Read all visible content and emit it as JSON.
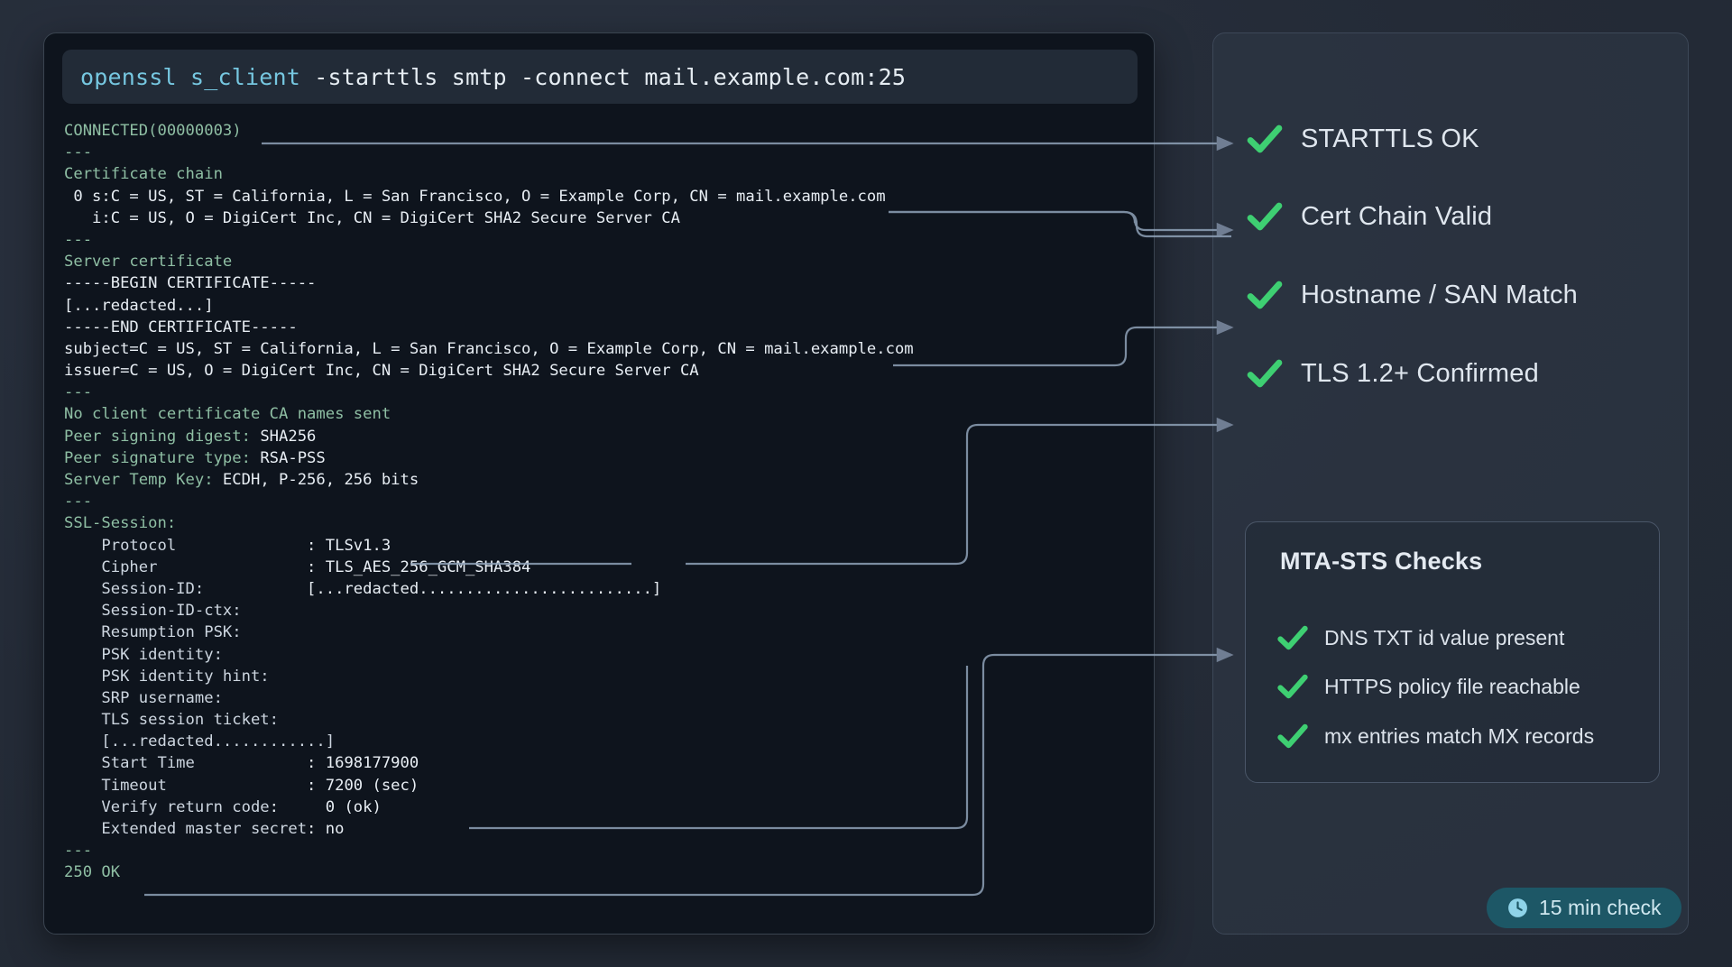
{
  "terminal": {
    "command": {
      "keyword": "openssl s_client",
      "rest": " -starttls smtp -connect mail.example.com:25"
    },
    "lines": [
      {
        "text": "CONNECTED(00000003)",
        "style": "g"
      },
      {
        "text": "---",
        "style": "g"
      },
      {
        "text": "Certificate chain",
        "style": "g"
      },
      {
        "text": " 0 s:C = US, ST = California, L = San Francisco, O = Example Corp, CN = mail.example.com",
        "style": "w"
      },
      {
        "text": "   i:C = US, O = DigiCert Inc, CN = DigiCert SHA2 Secure Server CA",
        "style": "w"
      },
      {
        "text": "---",
        "style": "g"
      },
      {
        "text": "Server certificate",
        "style": "g"
      },
      {
        "text": "-----BEGIN CERTIFICATE-----",
        "style": "w"
      },
      {
        "text": "[...redacted...]",
        "style": "w"
      },
      {
        "text": "-----END CERTIFICATE-----",
        "style": "w"
      },
      {
        "text": "subject=C = US, ST = California, L = San Francisco, O = Example Corp, CN = mail.example.com",
        "style": "w"
      },
      {
        "text": "issuer=C = US, O = DigiCert Inc, CN = DigiCert SHA2 Secure Server CA",
        "style": "w"
      },
      {
        "text": "---",
        "style": "g"
      },
      {
        "text": "No client certificate CA names sent",
        "style": "g"
      },
      {
        "text": "Peer signing digest: SHA256",
        "style": "g",
        "split": 20
      },
      {
        "text": "Peer signature type: RSA-PSS",
        "style": "g",
        "split": 20
      },
      {
        "text": "Server Temp Key: ECDH, P-256, 256 bits",
        "style": "g",
        "split": 16
      },
      {
        "text": "---",
        "style": "g"
      },
      {
        "text": "SSL-Session:",
        "style": "g"
      },
      {
        "text": "    Protocol              : TLSv1.3",
        "style": "m",
        "split": 26
      },
      {
        "text": "    Cipher                : TLS_AES_256_GCM_SHA384",
        "style": "m",
        "split": 26
      },
      {
        "text": "    Session-ID:           [...redacted.........................]",
        "style": "m",
        "split": 15
      },
      {
        "text": "    Session-ID-ctx:",
        "style": "m"
      },
      {
        "text": "    Resumption PSK:",
        "style": "m"
      },
      {
        "text": "    PSK identity:",
        "style": "m"
      },
      {
        "text": "    PSK identity hint:",
        "style": "m"
      },
      {
        "text": "    SRP username:",
        "style": "m"
      },
      {
        "text": "    TLS session ticket:",
        "style": "m"
      },
      {
        "text": "    [...redacted............]",
        "style": "m"
      },
      {
        "text": "    Start Time            : 1698177900",
        "style": "m",
        "split": 26
      },
      {
        "text": "    Timeout               : 7200 (sec)",
        "style": "m",
        "split": 26
      },
      {
        "text": "    Verify return code:     0 (ok)",
        "style": "m",
        "split": 22
      },
      {
        "text": "    Extended master secret: no",
        "style": "m",
        "split": 26
      },
      {
        "text": "---",
        "style": "g"
      },
      {
        "text": "250 OK",
        "style": "g"
      }
    ]
  },
  "checks": {
    "items": [
      {
        "label": "STARTTLS OK"
      },
      {
        "label": "Cert Chain Valid"
      },
      {
        "label": "Hostname / SAN Match"
      },
      {
        "label": "TLS 1.2+ Confirmed"
      }
    ]
  },
  "mta": {
    "title": "MTA-STS Checks",
    "items": [
      {
        "label": "DNS TXT id value present"
      },
      {
        "label": "HTTPS policy file reachable"
      },
      {
        "label": "mx entries match MX records"
      }
    ]
  },
  "badge": {
    "icon": "clock-icon",
    "text": "15 min check"
  },
  "colors": {
    "background": "#252c38",
    "terminal_bg": "#0e141d",
    "accent_green": "#3ecf72",
    "accent_cyan": "#76c7e0",
    "badge_bg": "#1d5766",
    "wire": "#8fa2b8"
  }
}
